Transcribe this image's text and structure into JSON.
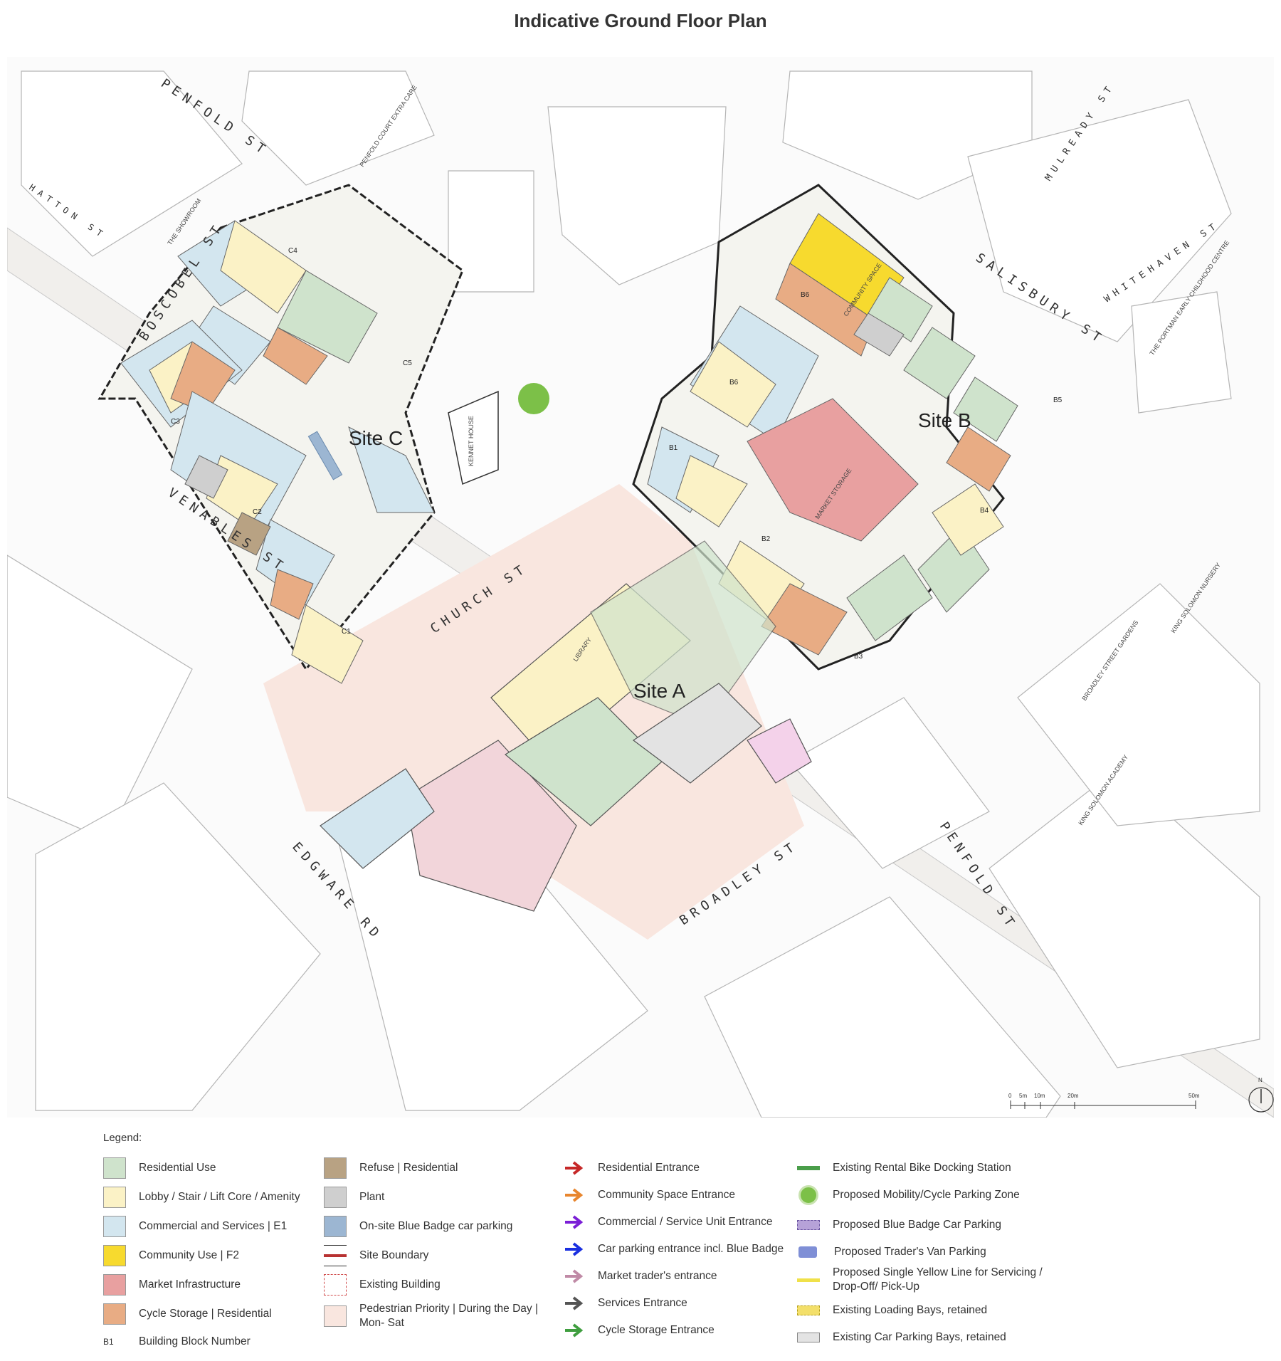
{
  "title": "Indicative Ground Floor Plan",
  "map": {
    "sites": [
      "Site A",
      "Site B",
      "Site C"
    ],
    "roads": {
      "penfold_nw": "PENFOLD ST",
      "hatton": "HATTON ST",
      "boscobel": "BOSCOBEL ST",
      "venables": "VENABLES ST",
      "church": "CHURCH ST",
      "edgware": "EDGWARE RD",
      "broadley": "BROADLEY ST",
      "penfold_se": "PENFOLD ST",
      "salisbury": "SALISBURY ST",
      "mulready": "MULREADY ST",
      "whitehaven": "WHITEHAVEN ST"
    },
    "places": {
      "showroom": "THE SHOWROOM",
      "penfold_court": "PENFOLD COURT EXTRA CARE",
      "kennet": "KENNET HOUSE",
      "community_space": "COMMUNITY SPACE",
      "market_storage": "MARKET STORAGE",
      "library": "LIBRARY",
      "portman": "THE PORTMAN EARLY CHILDHOOD CENTRE",
      "broadley_gardens": "BROADLEY STREET GARDENS",
      "king_solomon_nursery": "KING SOLOMON NURSERY",
      "king_solomon_academy": "KING SOLOMON ACADEMY"
    },
    "blocks": [
      "C1",
      "C2",
      "C3",
      "C4",
      "C5",
      "B1",
      "B2",
      "B3",
      "B4",
      "B5",
      "B6",
      "B6"
    ],
    "scale": {
      "ticks": [
        "0",
        "5m",
        "10m",
        "20m",
        "50m"
      ]
    },
    "north": "N"
  },
  "legend": {
    "heading": "Legend:",
    "col1": [
      {
        "label": "Residential Use",
        "color": "#cfe3cc"
      },
      {
        "label": "Lobby / Stair /  Lift Core / Amenity",
        "color": "#fbf2c6"
      },
      {
        "label": "Commercial and Services | E1",
        "color": "#d3e6ef"
      },
      {
        "label": "Community Use | F2",
        "color": "#f7da2e"
      },
      {
        "label": "Market Infrastructure",
        "color": "#e8a0a0"
      },
      {
        "label": "Cycle Storage | Residential",
        "color": "#e8ac84"
      },
      {
        "label": "Building Block Number",
        "code": "B1"
      }
    ],
    "col2": [
      {
        "label": "Refuse | Residential",
        "color": "#b8a283"
      },
      {
        "label": "Plant",
        "color": "#cfcfcf"
      },
      {
        "label": "On-site Blue Badge car parking",
        "color": "#9cb6d2"
      },
      {
        "label": "Site Boundary",
        "color": "#b83232"
      },
      {
        "label": "Existing Building",
        "color": "#d04a4a"
      },
      {
        "label": "Pedestrian Priority | During the Day | Mon- Sat",
        "color": "#f9e6df"
      }
    ],
    "col3": [
      {
        "label": "Residential Entrance",
        "color": "#c62828"
      },
      {
        "label": "Community Space Entrance",
        "color": "#e8862f"
      },
      {
        "label": "Commercial / Service Unit Entrance",
        "color": "#7b1fd6"
      },
      {
        "label": "Car parking entrance  incl. Blue Badge",
        "color": "#1a2fe0"
      },
      {
        "label": "Market trader's entrance",
        "color": "#c08aa6"
      },
      {
        "label": "Services Entrance",
        "color": "#555555"
      },
      {
        "label": "Cycle Storage Entrance",
        "color": "#3f9e3f"
      }
    ],
    "col4": [
      {
        "label": "Existing Rental Bike Docking Station",
        "color": "#4a9e4a"
      },
      {
        "label": "Proposed Mobility/Cycle Parking Zone",
        "color": "#7cc048"
      },
      {
        "label": "Proposed Blue Badge Car Parking",
        "color": "#b6a2d8"
      },
      {
        "label": "Proposed Trader's Van Parking",
        "color": "#7f8fd6"
      },
      {
        "label": "Proposed Single Yellow Line for Servicing / Drop-Off/ Pick-Up",
        "color": "#f0e14a"
      },
      {
        "label": "Existing Loading Bays, retained",
        "color": "#f3df6a"
      },
      {
        "label": "Existing Car Parking Bays, retained",
        "color": "#e3e3e3"
      }
    ]
  }
}
